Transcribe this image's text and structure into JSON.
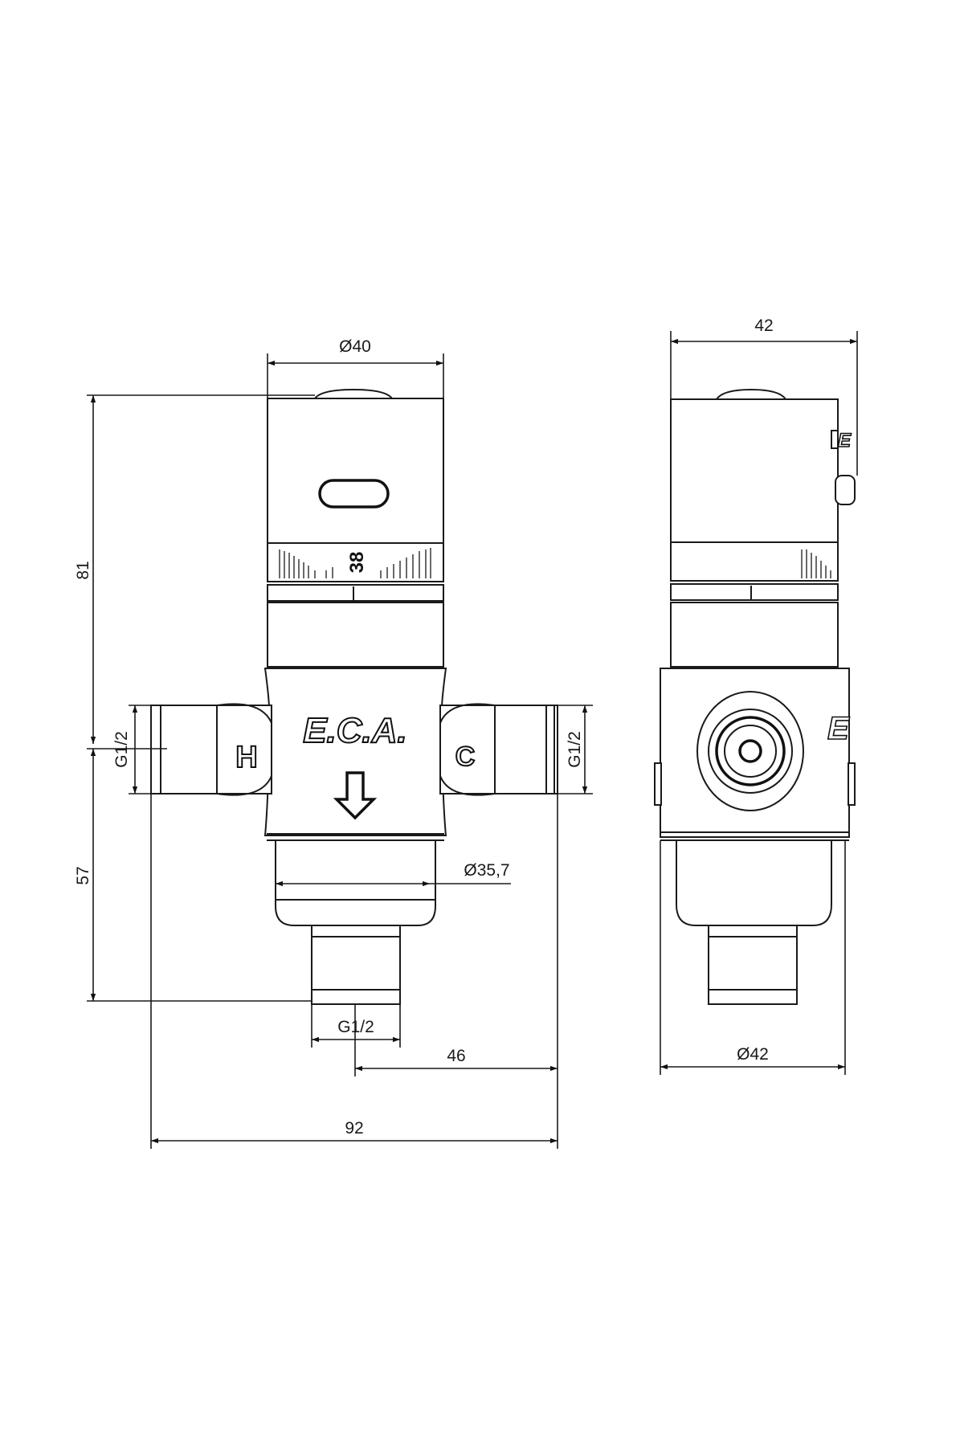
{
  "drawing": {
    "dimensions": {
      "front_top_diameter": "Ø40",
      "side_width": "42",
      "front_height_upper": "81",
      "front_height_lower": "57",
      "left_port_thread": "G1/2",
      "right_port_thread": "G1/2",
      "body_diameter": "Ø35,7",
      "bottom_port_thread": "G1/2",
      "half_width": "46",
      "overall_width": "92",
      "side_bottom_diameter": "Ø42"
    },
    "labels": {
      "brand_logo": "E.C.A.",
      "hot_port": "H",
      "cold_port": "C",
      "temperature_setting": "38"
    }
  }
}
